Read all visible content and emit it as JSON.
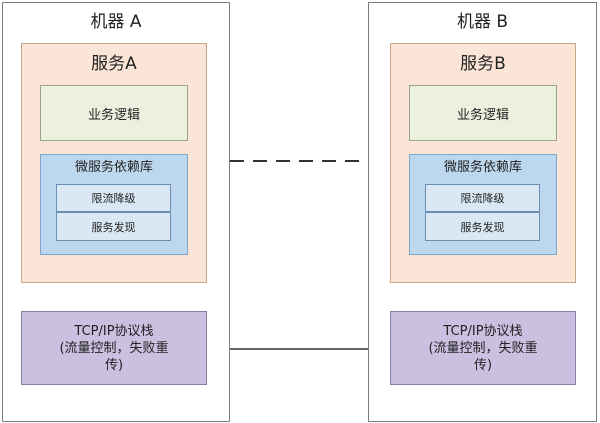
{
  "machines": [
    {
      "title": "机器 A",
      "service_title": "服务A",
      "business_logic": "业务逻辑",
      "microservice_lib": "微服务依赖库",
      "sub_items": [
        "限流降级",
        "服务发现"
      ],
      "tcp_stack": [
        "TCP/IP协议栈",
        "(流量控制，失败重",
        "传)"
      ]
    },
    {
      "title": "机器 B",
      "service_title": "服务B",
      "business_logic": "业务逻辑",
      "microservice_lib": "微服务依赖库",
      "sub_items": [
        "限流降级",
        "服务发现"
      ],
      "tcp_stack": [
        "TCP/IP协议栈",
        "(流量控制，失败重",
        "传)"
      ]
    }
  ],
  "colors": {
    "service_bg": "#fbe5d6",
    "logic_bg": "#ebf1de",
    "lib_bg": "#bdd7ee",
    "tcp_bg": "#cbc0e0"
  }
}
